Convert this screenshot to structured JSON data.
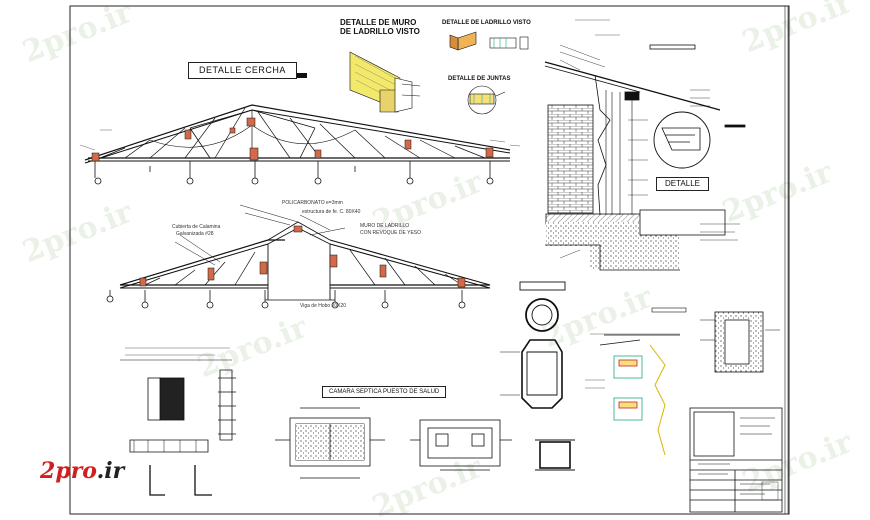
{
  "sheet": {
    "colors": {
      "line": "#111111",
      "wall": "#d06a4a",
      "hatch": "#444444",
      "watermark": "#cfe0c8",
      "logo_red": "#d11f1f",
      "logo_dark": "#222222"
    }
  },
  "titles": {
    "detalle_cercha": "DETALLE CERCHA",
    "muro_line1": "DETALLE DE MURO",
    "muro_line2": "DE LADRILLO VISTO",
    "ladrillo_visto": "DETALLE DE LADRILLO VISTO",
    "juntas": "DETALLE DE JUNTAS",
    "detalle": "DETALLE",
    "camara": "CAMARA SEPTICA PUESTO DE SALUD"
  },
  "notes": {
    "policarbonato": "POLICARBONATO e=3mm",
    "estructura": "estructura de fe. C. 80X40",
    "muro_ladrillo": "MURO DE LADRILLO",
    "revoque": "CON REVOQUE DE YESO",
    "cubierta": "Cubierta de Calamina",
    "galvanizada": "Galvanizada #28",
    "viga": "Viga de Hobo 20X20"
  },
  "watermark": {
    "text": "2pro.ir"
  },
  "logo": {
    "prefix": "2",
    "word": "pro",
    "suffix": ".ir"
  },
  "icons": [
    "truss-icon",
    "brick-wall-icon",
    "septic-tank-icon",
    "manhole-icon",
    "title-block-icon"
  ]
}
